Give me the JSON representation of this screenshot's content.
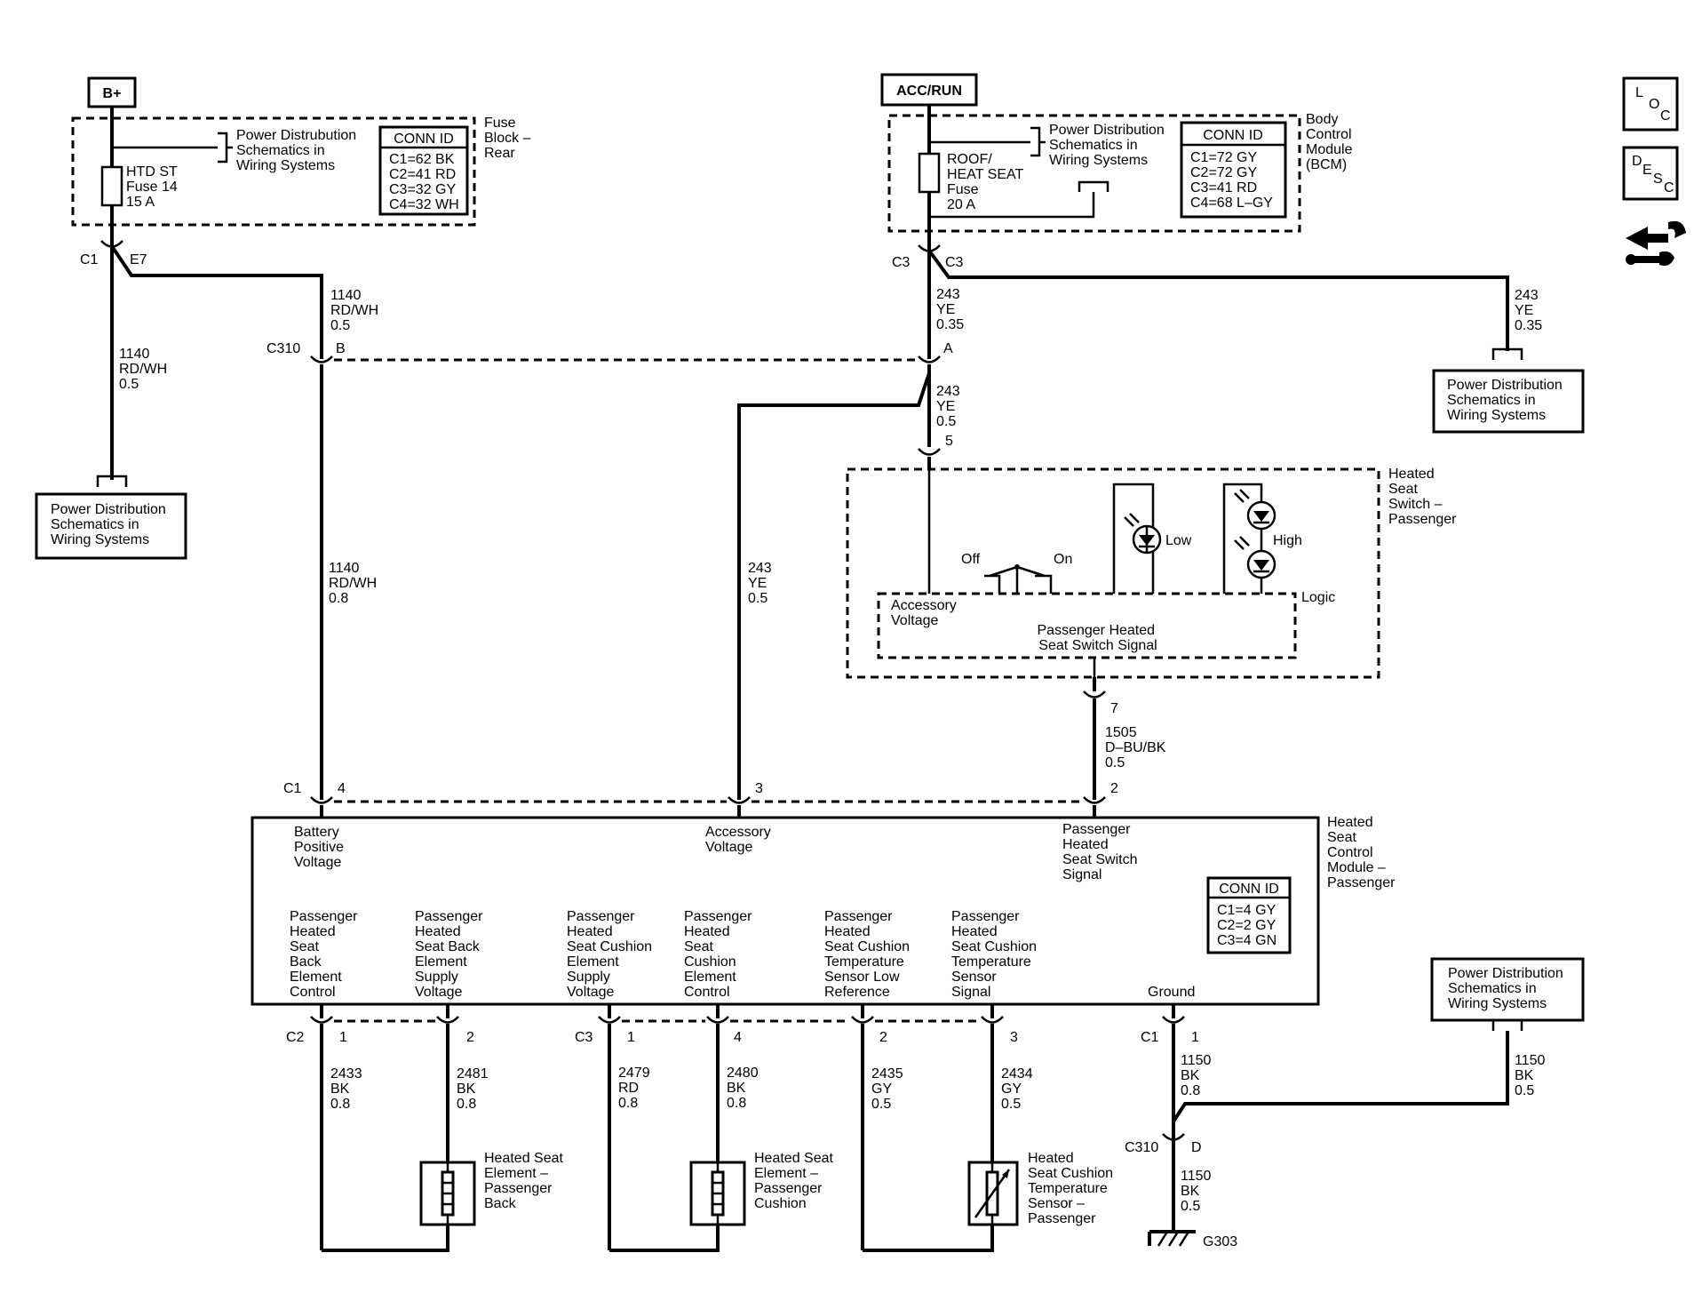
{
  "terminals": {
    "bplus": "B+",
    "accrun": "ACC/RUN"
  },
  "fuse_block": {
    "name": [
      "Fuse",
      "Block –",
      "Rear"
    ],
    "fuse": [
      "HTD ST",
      "Fuse 14",
      "15 A"
    ],
    "pd_ref": [
      "Power Distrubution",
      "Schematics in",
      "Wiring Systems"
    ],
    "conn_title": "CONN ID",
    "conn_rows": [
      "C1=62 BK",
      "C2=41 RD",
      "C3=32 GY",
      "C4=32 WH"
    ],
    "conn_left": "C1",
    "conn_right": "E7"
  },
  "bcm": {
    "name": [
      "Body",
      "Control",
      "Module",
      "(BCM)"
    ],
    "fuse": [
      "ROOF/",
      "HEAT SEAT",
      "Fuse",
      "20 A"
    ],
    "pd_ref": [
      "Power Distribution",
      "Schematics in",
      "Wiring Systems"
    ],
    "conn_title": "CONN ID",
    "conn_rows": [
      "C1=72 GY",
      "C2=72 GY",
      "C3=41 RD",
      "C4=68 L–GY"
    ],
    "conn_left": "C3",
    "conn_right": "C3"
  },
  "icons": {
    "loc": [
      "L",
      "O",
      "C"
    ],
    "desc": [
      "D",
      "E",
      "S",
      "C"
    ]
  },
  "pd_left": [
    "Power Distribution",
    "Schematics in",
    "Wiring Systems"
  ],
  "pd_right_top": [
    "Power Distribution",
    "Schematics in",
    "Wiring Systems"
  ],
  "pd_right_bottom": [
    "Power Distribution",
    "Schematics in",
    "Wiring Systems"
  ],
  "wires": {
    "w1140_down": [
      "1140",
      "RD/WH",
      "0.5"
    ],
    "w1140_c310": [
      "1140",
      "RD/WH",
      "0.5"
    ],
    "w1140_long": [
      "1140",
      "RD/WH",
      "0.8"
    ],
    "w243_main": [
      "243",
      "YE",
      "0.35"
    ],
    "w243_right": [
      "243",
      "YE",
      "0.35"
    ],
    "w243_switch": [
      "243",
      "YE",
      "0.5"
    ],
    "w243_module": [
      "243",
      "YE",
      "0.5"
    ],
    "w1505": [
      "1505",
      "D–BU/BK",
      "0.5"
    ],
    "w2433": [
      "2433",
      "BK",
      "0.8"
    ],
    "w2481": [
      "2481",
      "BK",
      "0.8"
    ],
    "w2479": [
      "2479",
      "RD",
      "0.8"
    ],
    "w2480": [
      "2480",
      "BK",
      "0.8"
    ],
    "w2435": [
      "2435",
      "GY",
      "0.5"
    ],
    "w2434": [
      "2434",
      "GY",
      "0.5"
    ],
    "w1150_a": [
      "1150",
      "BK",
      "0.8"
    ],
    "w1150_b": [
      "1150",
      "BK",
      "0.5"
    ],
    "w1150_c": [
      "1150",
      "BK",
      "0.5"
    ]
  },
  "c310": {
    "name": "C310",
    "pin_b": "B",
    "pin_a": "A",
    "pin_d": "D"
  },
  "switch": {
    "name": [
      "Heated",
      "Seat",
      "Switch –",
      "Passenger"
    ],
    "pin_in": "5",
    "pin_out": "7",
    "off": "Off",
    "on": "On",
    "low": "Low",
    "high": "High",
    "logic": "Logic",
    "acc_voltage": [
      "Accessory",
      "Voltage"
    ],
    "signal": [
      "Passenger Heated",
      "Seat Switch Signal"
    ]
  },
  "module": {
    "name": [
      "Heated",
      "Seat",
      "Control",
      "Module –",
      "Passenger"
    ],
    "c1": "C1",
    "pin4": "4",
    "pin3": "3",
    "pin2": "2",
    "battery": [
      "Battery",
      "Positive",
      "Voltage"
    ],
    "accessory": [
      "Accessory",
      "Voltage"
    ],
    "switch_signal": [
      "Passenger",
      "Heated",
      "Seat Switch",
      "Signal"
    ],
    "conn_title": "CONN ID",
    "conn_rows": [
      "C1=4 GY",
      "C2=2 GY",
      "C3=4 GN"
    ],
    "back_control": [
      "Passenger",
      "Heated",
      "Seat",
      "Back",
      "Element",
      "Control"
    ],
    "back_supply": [
      "Passenger",
      "Heated",
      "Seat Back",
      "Element",
      "Supply",
      "Voltage"
    ],
    "cushion_supply": [
      "Passenger",
      "Heated",
      "Seat Cushion",
      "Element",
      "Supply",
      "Voltage"
    ],
    "cushion_control": [
      "Passenger",
      "Heated",
      "Seat",
      "Cushion",
      "Element",
      "Control"
    ],
    "temp_low": [
      "Passenger",
      "Heated",
      "Seat Cushion",
      "Temperature",
      "Sensor Low",
      "Reference"
    ],
    "temp_signal": [
      "Passenger",
      "Heated",
      "Seat Cushion",
      "Temperature",
      "Sensor",
      "Signal"
    ],
    "ground": "Ground",
    "c2": "C2",
    "c3": "C3",
    "c1b": "C1",
    "c2_pin1": "1",
    "c2_pin2": "2",
    "c3_pin1": "1",
    "c3_pin4": "4",
    "c3_pin2": "2",
    "c3_pin3": "3",
    "gnd_pin": "1"
  },
  "elements": {
    "back": [
      "Heated Seat",
      "Element –",
      "Passenger",
      "Back"
    ],
    "cushion": [
      "Heated Seat",
      "Element –",
      "Passenger",
      "Cushion"
    ],
    "sensor": [
      "Heated",
      "Seat Cushion",
      "Temperature",
      "Sensor –",
      "Passenger"
    ]
  },
  "ground": {
    "c310": "C310",
    "name": "G303"
  }
}
